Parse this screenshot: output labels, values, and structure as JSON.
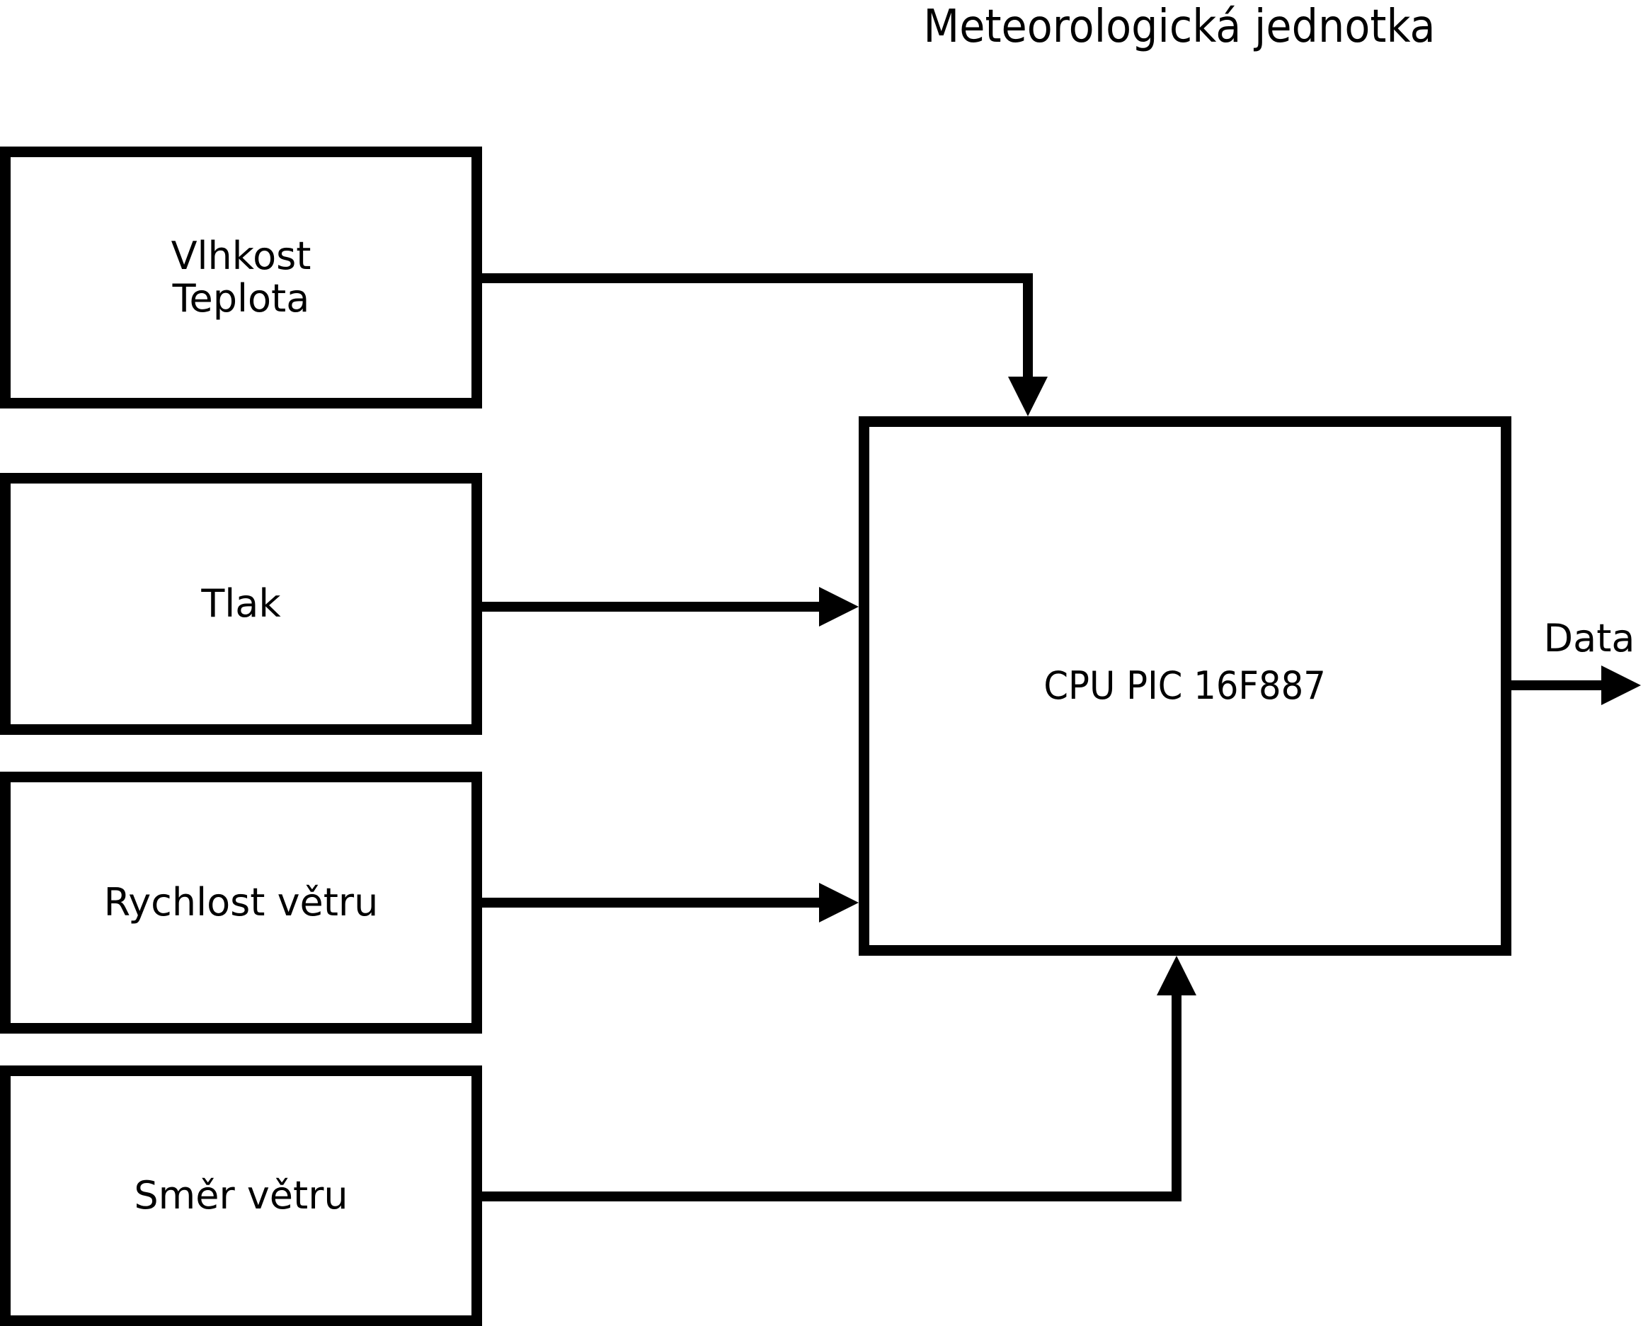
{
  "title": "Meteorologická jednotka",
  "sensors": [
    {
      "id": "vlhkost-teplota",
      "label": "Vlhkost\nTeplota"
    },
    {
      "id": "tlak",
      "label": "Tlak"
    },
    {
      "id": "rychlost-vetru",
      "label": "Rychlost větru"
    },
    {
      "id": "smer-vetru",
      "label": "Směr větru"
    }
  ],
  "cpu": {
    "label": "CPU PIC 16F887"
  },
  "output": {
    "label": "Data"
  },
  "colors": {
    "line": "#000000",
    "text": "#000000",
    "background": "#ffffff"
  }
}
